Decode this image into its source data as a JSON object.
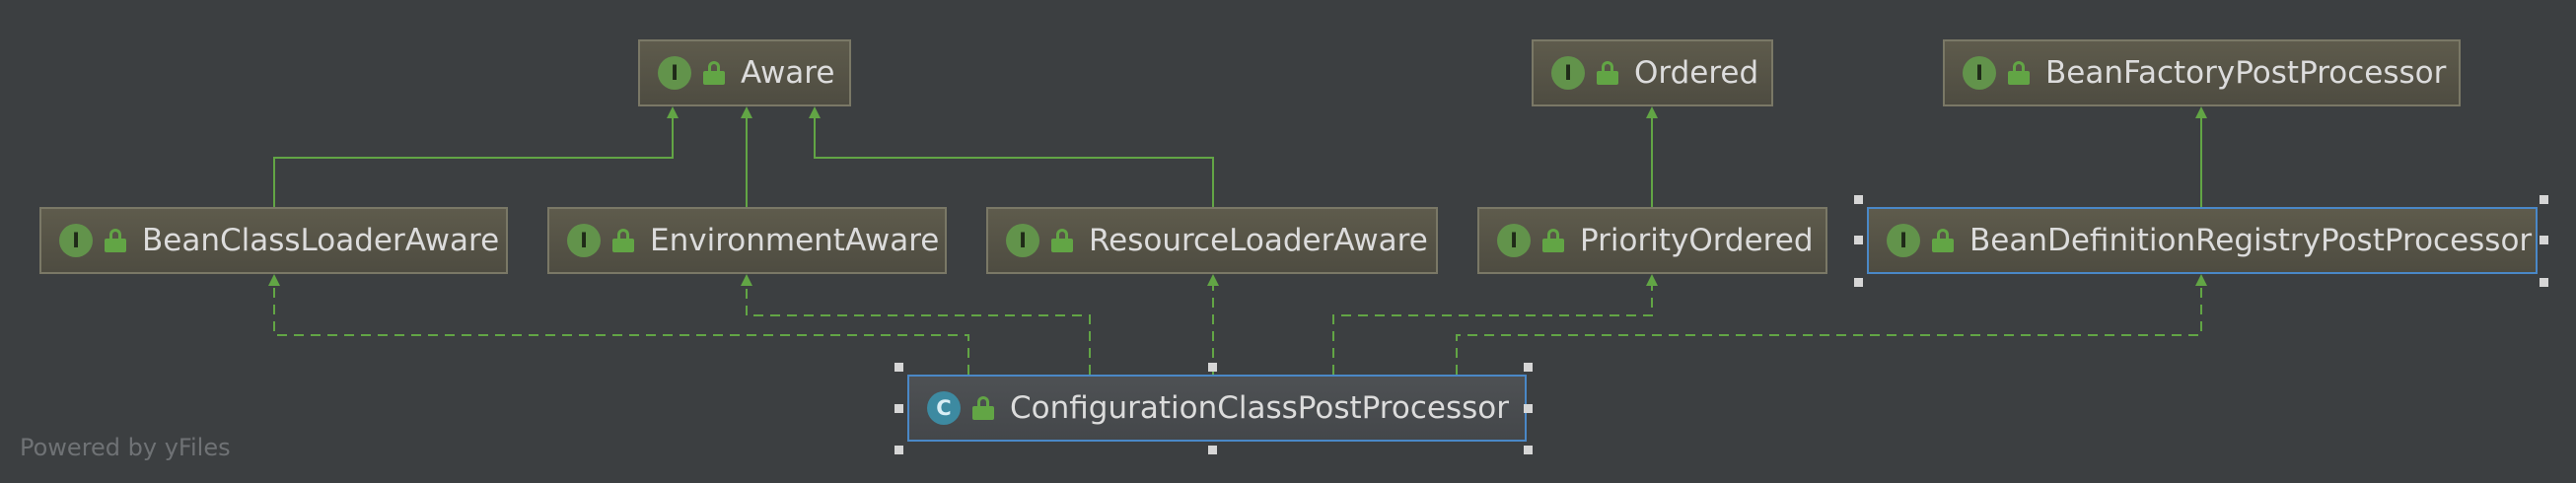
{
  "diagram": {
    "nodes": [
      {
        "id": "aware",
        "label": "Aware",
        "kind": "I"
      },
      {
        "id": "ordered",
        "label": "Ordered",
        "kind": "I"
      },
      {
        "id": "bfpp",
        "label": "BeanFactoryPostProcessor",
        "kind": "I"
      },
      {
        "id": "bcla",
        "label": "BeanClassLoaderAware",
        "kind": "I"
      },
      {
        "id": "ea",
        "label": "EnvironmentAware",
        "kind": "I"
      },
      {
        "id": "rla",
        "label": "ResourceLoaderAware",
        "kind": "I"
      },
      {
        "id": "po",
        "label": "PriorityOrdered",
        "kind": "I"
      },
      {
        "id": "bdrpp",
        "label": "BeanDefinitionRegistryPostProcessor",
        "kind": "I"
      },
      {
        "id": "ccpp",
        "label": "ConfigurationClassPostProcessor",
        "kind": "C"
      }
    ],
    "edges": [
      {
        "from": "bcla",
        "to": "aware",
        "type": "extends"
      },
      {
        "from": "ea",
        "to": "aware",
        "type": "extends"
      },
      {
        "from": "rla",
        "to": "aware",
        "type": "extends"
      },
      {
        "from": "po",
        "to": "ordered",
        "type": "extends"
      },
      {
        "from": "bdrpp",
        "to": "bfpp",
        "type": "extends"
      },
      {
        "from": "ccpp",
        "to": "bcla",
        "type": "implements"
      },
      {
        "from": "ccpp",
        "to": "ea",
        "type": "implements"
      },
      {
        "from": "ccpp",
        "to": "rla",
        "type": "implements"
      },
      {
        "from": "ccpp",
        "to": "po",
        "type": "implements"
      },
      {
        "from": "ccpp",
        "to": "bdrpp",
        "type": "implements"
      }
    ]
  },
  "colors": {
    "background": "#3c3f41",
    "edge": "#62a545",
    "selection": "#4a88c7",
    "interface_badge": "#62934b",
    "class_badge": "#3d8aa1"
  },
  "footer": {
    "text": "Powered by yFiles"
  }
}
